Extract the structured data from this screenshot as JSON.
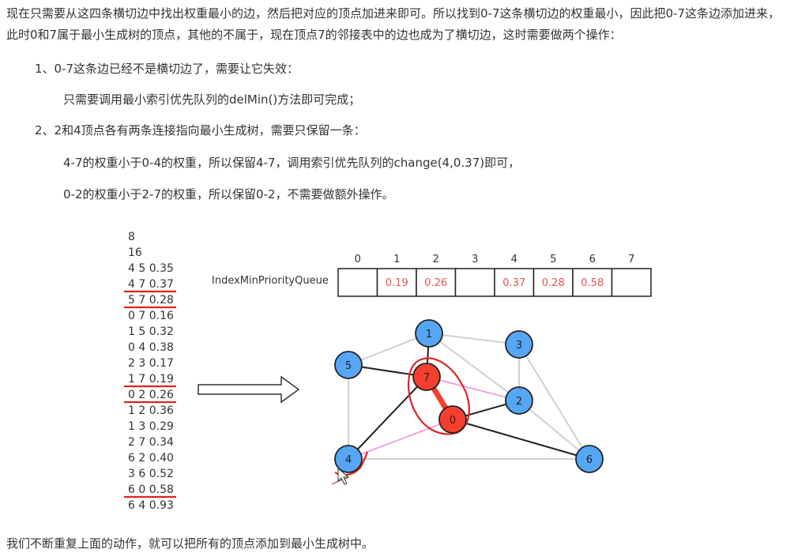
{
  "intro": "现在只需要从这四条横切边中找出权重最小的边，然后把对应的顶点加进来即可。所以找到0-7这条横切边的权重最小，因此把0-7这条边添加进来，此时0和7属于最小生成树的顶点，其他的不属于，现在顶点7的邻接表中的边也成为了横切边，这时需要做两个操作：",
  "steps": [
    "1、0-7这条边已经不是横切边了，需要让它失效：",
    "只需要调用最小索引优先队列的delMin()方法即可完成；",
    "2、2和4顶点各有两条连接指向最小生成树，需要只保留一条：",
    "4-7的权重小于0-4的权重，所以保留4-7，调用索引优先队列的change(4,0.37)即可，",
    "0-2的权重小于2-7的权重，所以保留0-2，不需要做额外操作。"
  ],
  "edge_list": [
    "8",
    "16",
    "4 5 0.35",
    "4 7 0.37",
    "5 7 0.28",
    "0 7 0.16",
    "1 5 0.32",
    "0 4 0.38",
    "2 3 0.17",
    "1 7 0.19",
    "0 2 0.26",
    "1 2 0.36",
    "1 3 0.29",
    "2 7 0.34",
    "6 2 0.40",
    "3 6 0.52",
    "6 0 0.58",
    "6 4 0.93"
  ],
  "underlined_rows": [
    3,
    4,
    9,
    10,
    16
  ],
  "queue": {
    "label": "IndexMinPriorityQueue",
    "indices": [
      "0",
      "1",
      "2",
      "3",
      "4",
      "5",
      "6",
      "7"
    ],
    "values": [
      "",
      "0.19",
      "0.26",
      "",
      "0.37",
      "0.28",
      "0.58",
      ""
    ]
  },
  "graph": {
    "nodes": [
      {
        "id": "0",
        "color": "red"
      },
      {
        "id": "1",
        "color": "blue"
      },
      {
        "id": "2",
        "color": "blue"
      },
      {
        "id": "3",
        "color": "blue"
      },
      {
        "id": "4",
        "color": "blue"
      },
      {
        "id": "5",
        "color": "blue"
      },
      {
        "id": "6",
        "color": "blue"
      },
      {
        "id": "7",
        "color": "red"
      }
    ]
  },
  "colors": {
    "blue_node": "#55a6f5",
    "red_node": "#f43f2f",
    "gray_edge": "#d0d0d0",
    "black_edge": "#222222",
    "pink_edge": "#f08ad8",
    "annotation_red": "#e02222",
    "queue_value": "#e8544a"
  },
  "footer": "我们不断重复上面的动作，就可以把所有的顶点添加到最小生成树中。"
}
